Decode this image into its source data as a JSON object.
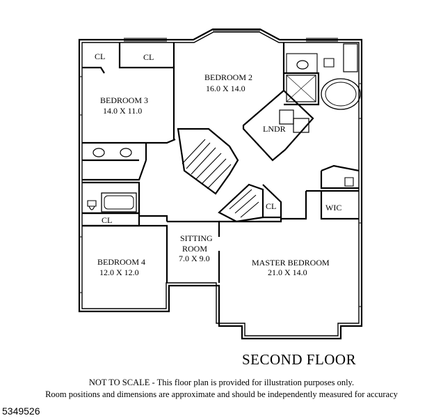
{
  "floor_title": "SECOND FLOOR",
  "rooms": {
    "cl_top_left": "CL",
    "cl_top_mid": "CL",
    "bedroom2": {
      "name": "BEDROOM 2",
      "dims": "16.0 X 14.0"
    },
    "bedroom3": {
      "name": "BEDROOM 3",
      "dims": "14.0 X 11.0"
    },
    "laundry": "LNDR",
    "cl_hall": "CL",
    "wic": "WIC",
    "cl_bath": "CL",
    "bedroom4": {
      "name": "BEDROOM 4",
      "dims": "12.0 X 12.0"
    },
    "sitting_room": {
      "name_line1": "SITTING",
      "name_line2": "ROOM",
      "dims": "7.0 X 9.0"
    },
    "master_bedroom": {
      "name": "MASTER BEDROOM",
      "dims": "21.0 X 14.0"
    }
  },
  "disclaimer": {
    "line1": "NOT TO SCALE - This floor plan is provided for illustration purposes only.",
    "line2": "Room positions and dimensions are approximate and should be independently measured for accuracy"
  },
  "listing_id": "5349526"
}
